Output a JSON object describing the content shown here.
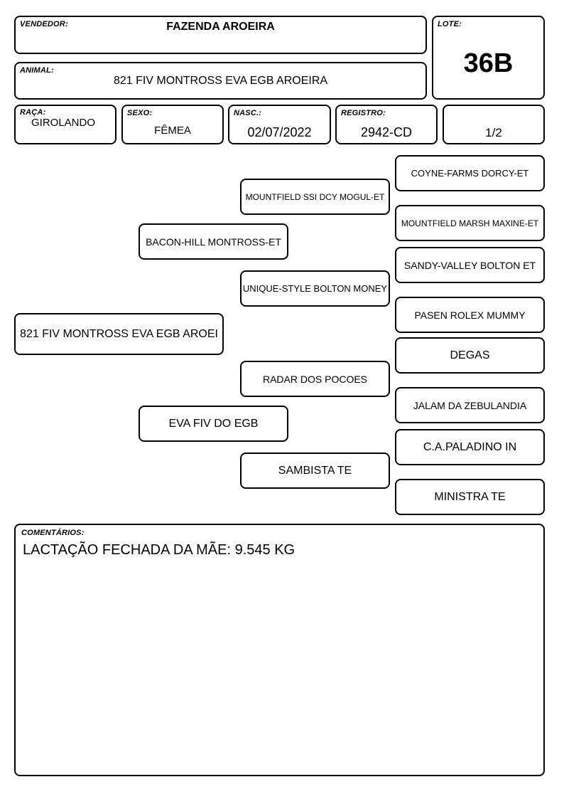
{
  "header": {
    "vendedor_label": "VENDEDOR:",
    "vendedor": "FAZENDA AROEIRA",
    "lote_label": "LOTE:",
    "lote": "36B",
    "animal_label": "ANIMAL:",
    "animal": "821 FIV MONTROSS EVA EGB AROEIRA"
  },
  "info": {
    "raca_label": "RAÇA:",
    "raca": "GIROLANDO",
    "sexo_label": "SEXO:",
    "sexo": "FÊMEA",
    "nasc_label": "NASC.:",
    "nasc": "02/07/2022",
    "registro_label": "REGISTRO:",
    "registro": "2942-CD",
    "page": "1/2"
  },
  "pedigree": {
    "animal": "821 FIV MONTROSS EVA EGB AROEI",
    "sire": "BACON-HILL MONTROSS-ET",
    "dam": "EVA FIV DO EGB",
    "sire_sire": "MOUNTFIELD SSI DCY MOGUL-ET",
    "sire_dam": "UNIQUE-STYLE BOLTON MONEY",
    "dam_sire": "RADAR DOS POCOES",
    "dam_dam": "SAMBISTA TE",
    "ggp": [
      "COYNE-FARMS DORCY-ET",
      "MOUNTFIELD MARSH MAXINE-ET",
      "SANDY-VALLEY BOLTON ET",
      "PASEN ROLEX MUMMY",
      "DEGAS",
      "JALAM DA ZEBULANDIA",
      "C.A.PALADINO IN",
      "MINISTRA TE"
    ]
  },
  "comments": {
    "label": "COMENTÁRIOS:",
    "text": "LACTAÇÃO FECHADA DA MÃE: 9.545 KG"
  }
}
